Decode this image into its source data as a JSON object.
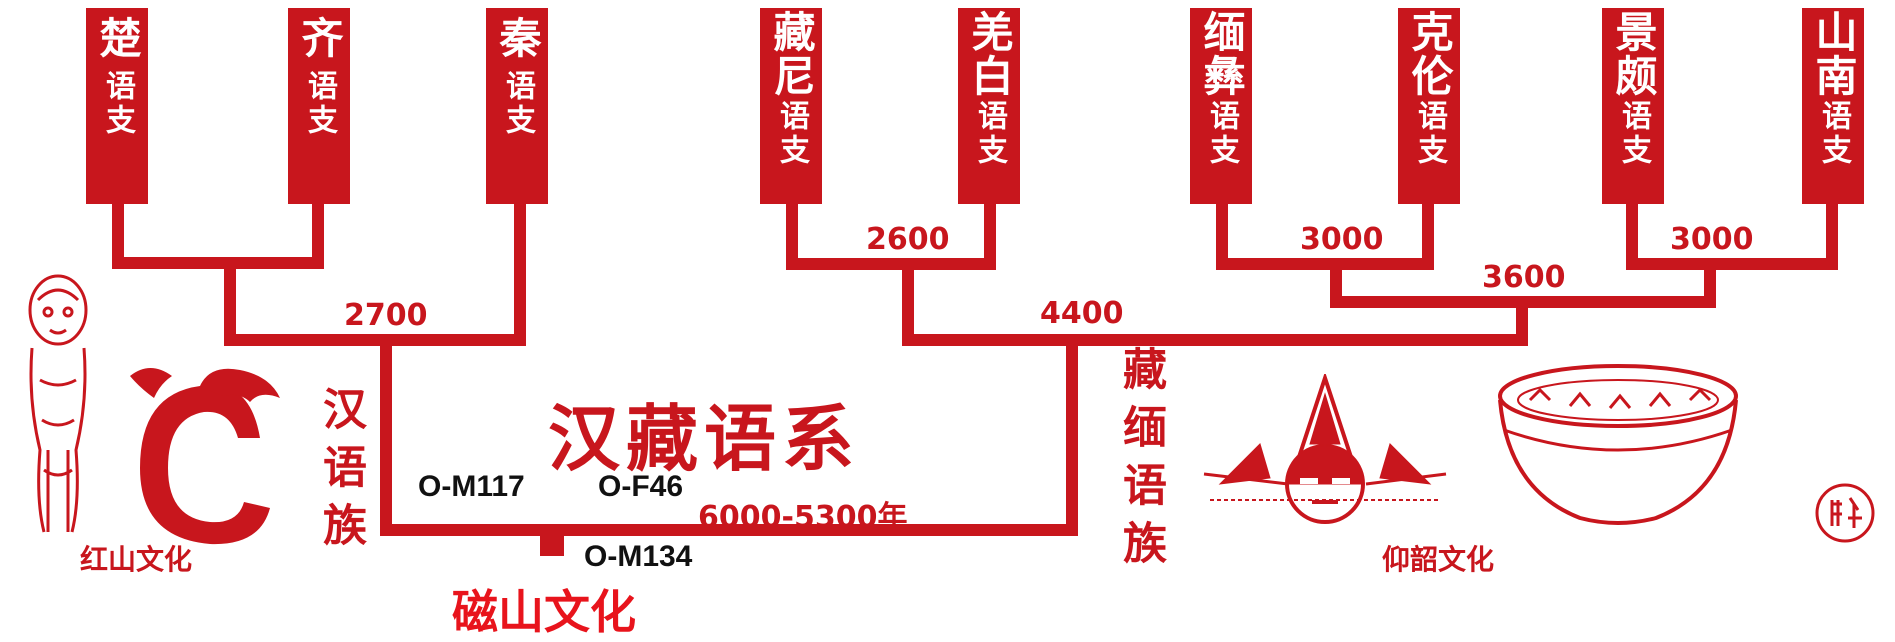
{
  "branches": [
    {
      "top": "楚",
      "bottom": "语支"
    },
    {
      "top": "齐",
      "bottom": "语支"
    },
    {
      "top": "秦",
      "bottom": "语支"
    },
    {
      "top": "藏尼",
      "bottom": "语支"
    },
    {
      "top": "羌白",
      "bottom": "语支"
    },
    {
      "top": "缅彝",
      "bottom": "语支"
    },
    {
      "top": "克伦",
      "bottom": "语支"
    },
    {
      "top": "景颇",
      "bottom": "语支"
    },
    {
      "top": "山南",
      "bottom": "语支"
    }
  ],
  "node_labels": {
    "chu_qi_qin": "2700",
    "zangni_qiangbai": "2600",
    "mianyi_kelun": "3000",
    "jingpo_shannan": "3000",
    "burmese_group": "3600",
    "tibeto_burman": "4400"
  },
  "title": "汉藏语系",
  "sinitic_label": "汉语族",
  "tibeto_burman_label": "藏缅语族",
  "haplogroups": {
    "o_m117": "O-M117",
    "o_f46": "O-F46",
    "o_m134": "O-M134"
  },
  "era": "6000-5300年",
  "cultures": {
    "hongshan": "红山文化",
    "yangshao": "仰韶文化",
    "cishan": "磁山文化"
  },
  "colors": {
    "red": "#c8161d",
    "black": "#111111",
    "background": "#ffffff"
  }
}
